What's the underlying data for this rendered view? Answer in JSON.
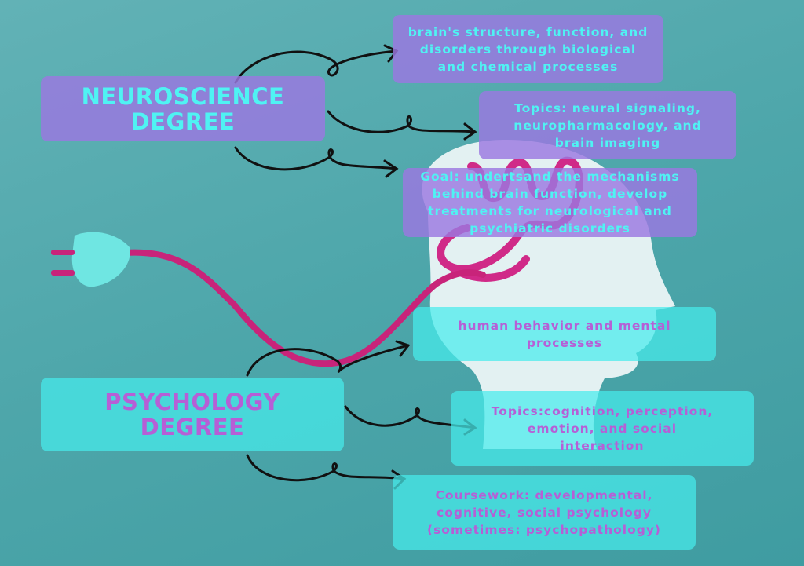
{
  "neuroscience": {
    "title": "NEUROSCIENCE\nDEGREE",
    "items": [
      "brain's structure, function, and\ndisorders through biological\nand chemical processes",
      "Topics: neural signaling,\nneuropharmacology, and\nbrain imaging",
      "Goal: undertsand the mechanisms\nbehind brain function, develop\ntreatments for neurological and\npsychiatric disorders"
    ]
  },
  "psychology": {
    "title": "PSYCHOLOGY\nDEGREE",
    "items": [
      "human behavior and mental\nprocesses",
      "Topics:cognition, perception,\nemotion, and social\ninteraction",
      "Coursework: developmental,\ncognitive, social psychology\n(sometimes: psychopathology)"
    ]
  },
  "colors": {
    "purple": "#9b78e1",
    "cyan": "#4ff3f3",
    "pink": "#c8247a"
  }
}
